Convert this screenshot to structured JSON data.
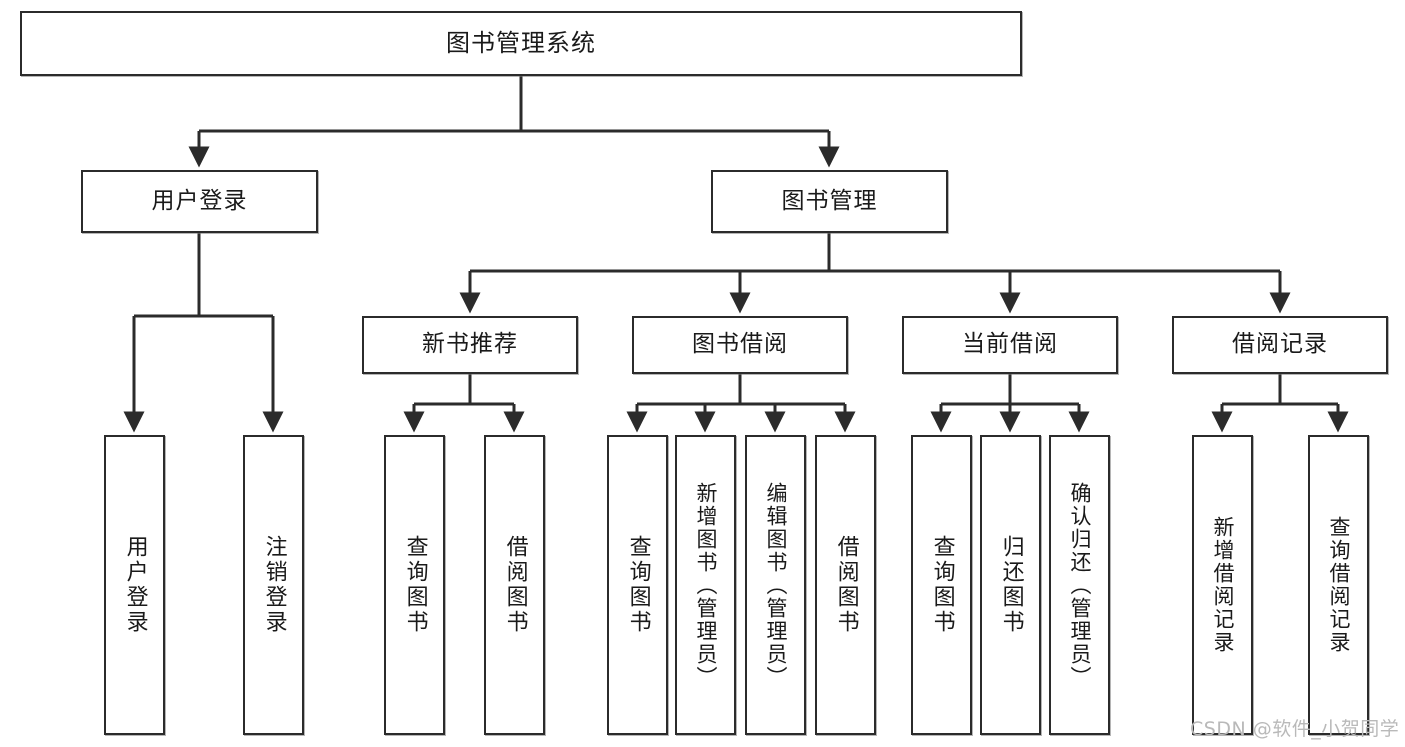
{
  "diagram": {
    "title": "图书管理系统",
    "watermark": "CSDN @软件_小贺同学",
    "type": "tree-hierarchy-diagram",
    "colors": {
      "box_border": "#2b2b2b",
      "box_fill": "#ffffff",
      "connector": "#333333",
      "text": "#1a1a1a",
      "watermark": "#b9b9b9"
    },
    "levels": {
      "root": "图书管理系统",
      "level2": [
        "用户登录",
        "图书管理"
      ],
      "level3": [
        "新书推荐",
        "图书借阅",
        "当前借阅",
        "借阅记录"
      ]
    },
    "nodes": {
      "root": "图书管理系统",
      "user_login": "用户登录",
      "book_manage": "图书管理",
      "new_book_rec": "新书推荐",
      "book_borrow": "图书借阅",
      "current_borrow": "当前借阅",
      "borrow_record": "借阅记录",
      "leaf_user_login": "用户登录",
      "leaf_logout_login": "注销登录",
      "leaf_query_book_a": "查询图书",
      "leaf_borrow_book_a": "借阅图书",
      "leaf_query_book_b": "查询图书",
      "leaf_add_book_admin": "新增图书（管理员）",
      "leaf_edit_book_admin": "编辑图书（管理员）",
      "leaf_borrow_book_b": "借阅图书",
      "leaf_query_book_c": "查询图书",
      "leaf_return_book": "归还图书",
      "leaf_confirm_return_admin": "确认归还（管理员）",
      "leaf_add_borrow_record": "新增借阅记录",
      "leaf_query_borrow_record": "查询借阅记录"
    }
  }
}
